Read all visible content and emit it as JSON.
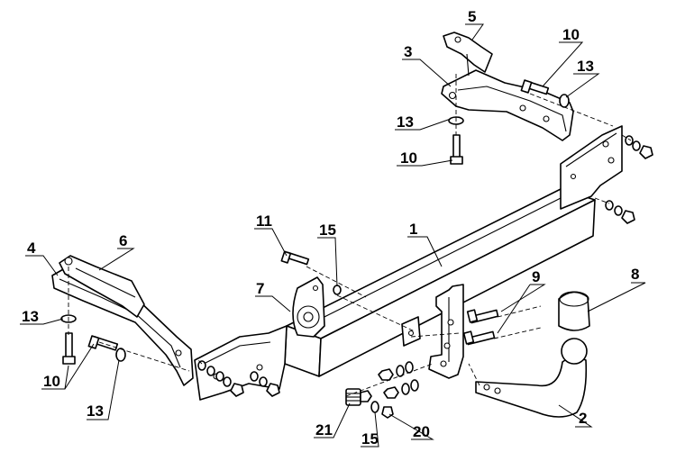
{
  "callouts": {
    "c1": "1",
    "c2": "2",
    "c3": "3",
    "c4": "4",
    "c5": "5",
    "c6": "6",
    "c7": "7",
    "c8": "8",
    "c9": "9",
    "c10a": "10",
    "c10b": "10",
    "c10c": "10",
    "c11": "11",
    "c13a": "13",
    "c13b": "13",
    "c13c": "13",
    "c13d": "13",
    "c15a": "15",
    "c15b": "15",
    "c20": "20",
    "c21": "21"
  }
}
